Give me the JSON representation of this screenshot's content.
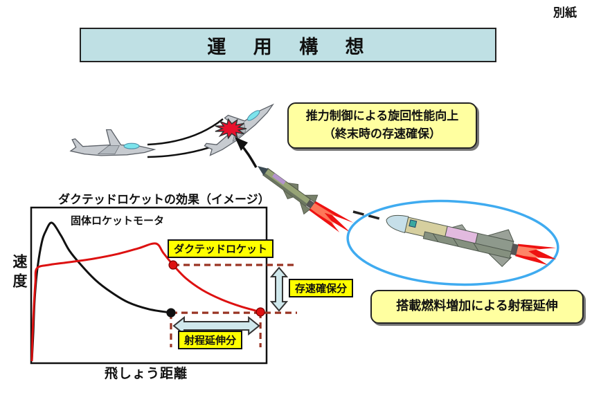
{
  "page": {
    "corner_note": "別紙",
    "title": "運 用 構 想"
  },
  "callouts": {
    "thrust_line1": "推力制御による旋回性能向上",
    "thrust_line2": "（終末時の存速確保）",
    "fuel": "搭載燃料増加による射程延伸"
  },
  "colors": {
    "banner_bg": "#bfe0e4",
    "callout_bg": "#ffffa0",
    "tag_bg": "#ffff00",
    "dashed": "#993322",
    "arrow_fill": "#cfe8ec",
    "ellipse": "#3fabf0",
    "explosion": "#e8112d"
  },
  "chart_data": {
    "type": "line",
    "title": "ダクテッドロケットの効果（イメージ）",
    "xlabel": "飛しょう距離",
    "ylabel": "速度",
    "axes_numeric": false,
    "grid": false,
    "note": "conceptual sketch, values normalized 0-1 of plot box",
    "series": [
      {
        "name": "固体ロケットモータ",
        "color": "#111111",
        "points": [
          [
            0.003,
            0.013
          ],
          [
            0.009,
            0.2
          ],
          [
            0.015,
            0.413
          ],
          [
            0.026,
            0.6
          ],
          [
            0.044,
            0.769
          ],
          [
            0.062,
            0.849
          ],
          [
            0.088,
            0.902
          ],
          [
            0.126,
            0.822
          ],
          [
            0.162,
            0.724
          ],
          [
            0.212,
            0.631
          ],
          [
            0.274,
            0.533
          ],
          [
            0.338,
            0.458
          ],
          [
            0.412,
            0.391
          ],
          [
            0.5,
            0.347
          ],
          [
            0.594,
            0.324
          ]
        ],
        "markers": [
          [
            0.594,
            0.324
          ]
        ]
      },
      {
        "name": "ダクテッドロケット",
        "color": "#dd1111",
        "points": [
          [
            0.003,
            0.013
          ],
          [
            0.006,
            0.178
          ],
          [
            0.012,
            0.378
          ],
          [
            0.018,
            0.52
          ],
          [
            0.024,
            0.609
          ],
          [
            0.074,
            0.631
          ],
          [
            0.162,
            0.649
          ],
          [
            0.265,
            0.671
          ],
          [
            0.368,
            0.702
          ],
          [
            0.456,
            0.738
          ],
          [
            0.529,
            0.769
          ],
          [
            0.562,
            0.707
          ],
          [
            0.603,
            0.631
          ],
          [
            0.656,
            0.547
          ],
          [
            0.726,
            0.471
          ],
          [
            0.809,
            0.409
          ],
          [
            0.891,
            0.364
          ],
          [
            0.974,
            0.329
          ]
        ],
        "markers": [
          [
            0.603,
            0.631
          ],
          [
            0.974,
            0.329
          ]
        ]
      }
    ],
    "annotations": [
      {
        "label": "存速確保分",
        "meaning": "vertical speed gap kept by ducted rocket at end of flight"
      },
      {
        "label": "射程延伸分",
        "meaning": "horizontal range extension of ducted rocket over solid motor"
      }
    ]
  }
}
